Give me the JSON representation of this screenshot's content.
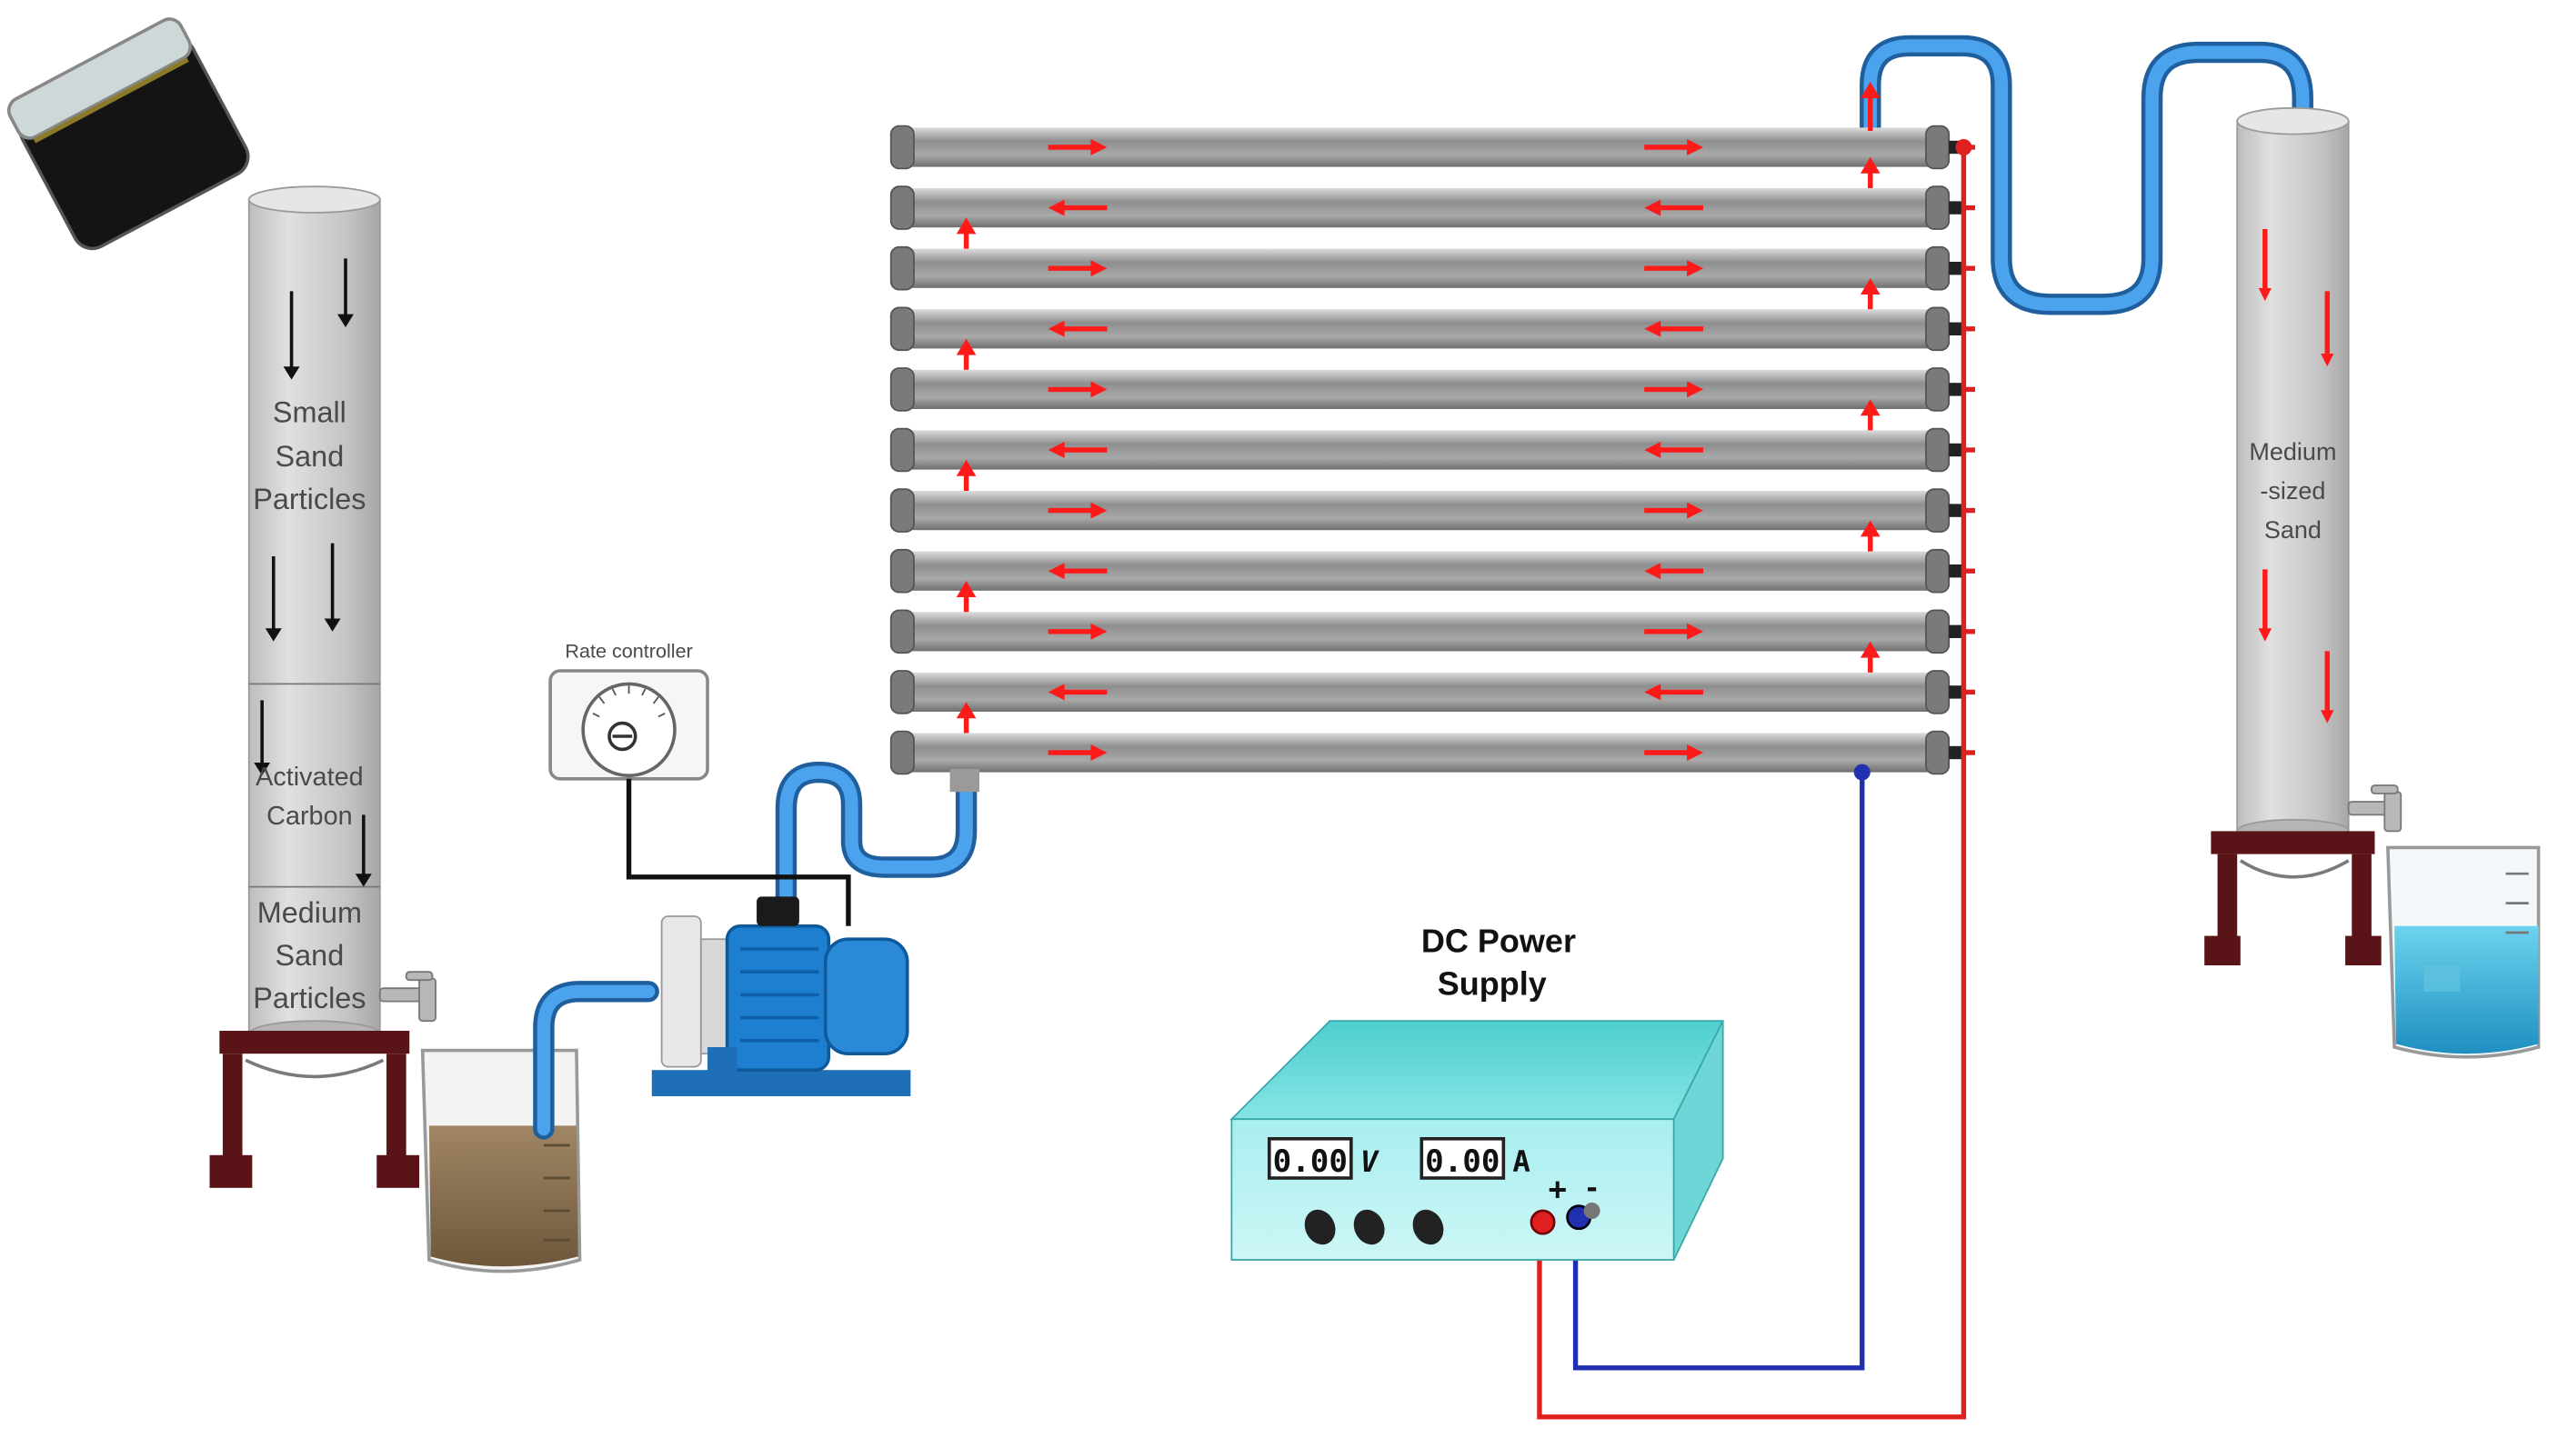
{
  "labels": {
    "left_column": {
      "line1": "Small",
      "line2": "Sand",
      "line3": "Particles"
    },
    "activated_carbon": {
      "line1": "Activated",
      "line2": "Carbon"
    },
    "medium_sand": {
      "line1": "Medium",
      "line2": "Sand",
      "line3": "Particles"
    },
    "right_column": {
      "line1": "Medium",
      "line2": "-sized",
      "line3": "Sand"
    },
    "rate_controller": "Rate controller",
    "dc_power_supply": {
      "line1": "DC Power",
      "line2": "Supply"
    },
    "voltage_display": "0.00",
    "voltage_unit": "V",
    "current_display": "0.00",
    "current_unit": "A",
    "plus_sign": "+",
    "minus_sign": "-"
  },
  "reactor": {
    "tube_count": 11,
    "flow_pattern": "serpentine"
  },
  "colors": {
    "flow_arrow": "#ff1a1a",
    "down_arrow": "#111111",
    "tubing": "#3a8fd8",
    "positive_wire": "#e02020",
    "negative_wire": "#2030b0",
    "pump": "#1e7fd0",
    "stand": "#5a1418",
    "power_supply": "#72dede",
    "raw_water": "#8a7152",
    "treated_water": "#3aaed8"
  }
}
